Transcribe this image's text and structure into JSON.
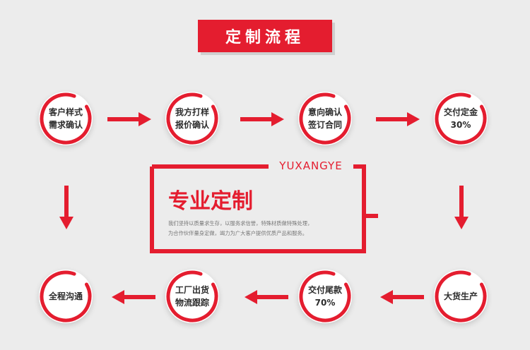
{
  "title": "定制流程",
  "brand": "YUXANGYE",
  "headline": "专业定制",
  "description_lines": [
    "我们坚持以质量求生存，以服务求信誉，特殊材质做特殊处理，",
    "为合作伙伴量身定做，竭力为广大客户提供优质产品和服务。"
  ],
  "steps": [
    {
      "lines": [
        "客户样式",
        "需求确认"
      ]
    },
    {
      "lines": [
        "我方打样",
        "报价确认"
      ]
    },
    {
      "lines": [
        "意向确认",
        "签订合同"
      ]
    },
    {
      "lines": [
        "交付定金",
        "30%"
      ]
    },
    {
      "lines": [
        "大货生产"
      ]
    },
    {
      "lines": [
        "交付尾款",
        "70%"
      ]
    },
    {
      "lines": [
        "工厂出货",
        "物流跟踪"
      ]
    },
    {
      "lines": [
        "全程沟通"
      ]
    }
  ],
  "colors": {
    "accent": "#e41d2f",
    "background": "#ececec",
    "text": "#2c2c2c",
    "muted": "#777777"
  },
  "icons": {
    "step_ring": "circle-ring-icon",
    "arrow": "arrow-icon"
  }
}
